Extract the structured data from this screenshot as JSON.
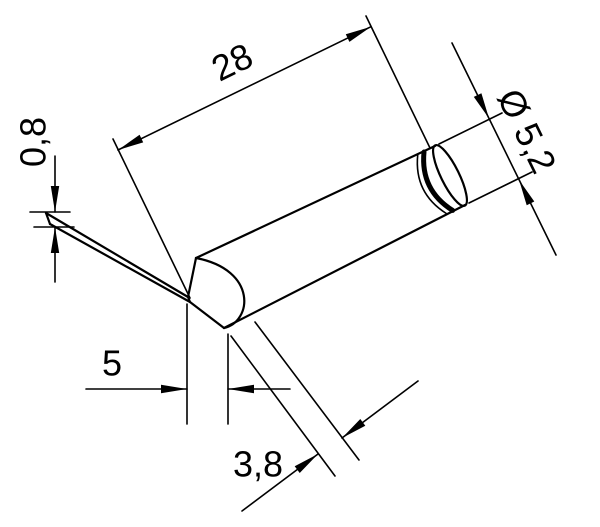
{
  "colors": {
    "background": "#ffffff",
    "line": "#000000"
  },
  "dimensions": {
    "shaft_length": "28",
    "shaft_diameter": "Ø 5,2",
    "blade_thickness": "0,8",
    "tip_width": "5",
    "edge_width": "3,8"
  }
}
